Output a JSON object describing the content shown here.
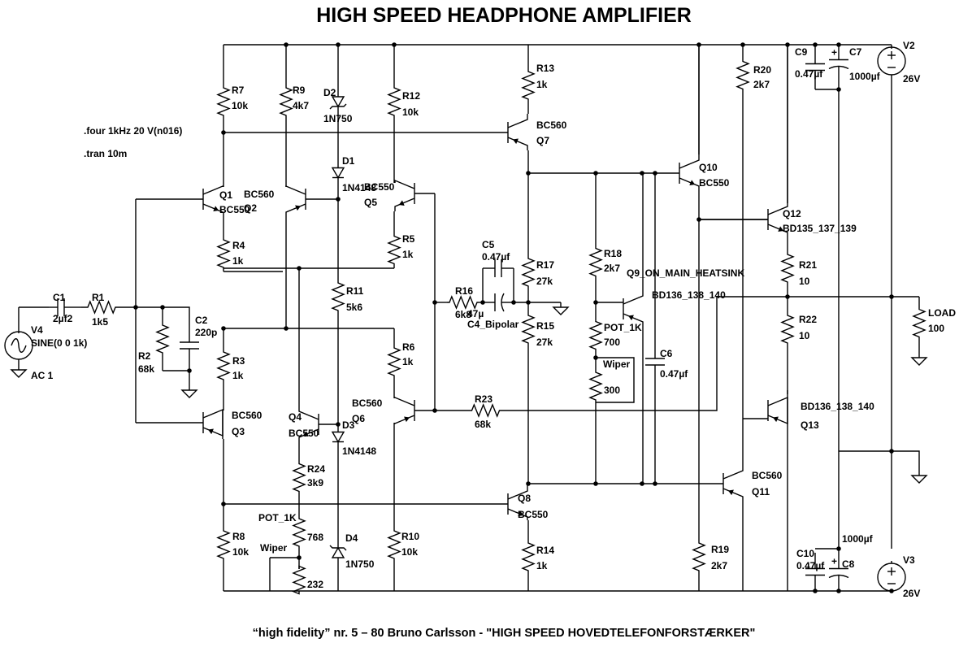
{
  "title": "HIGH SPEED HEADPHONE AMPLIFIER",
  "footer": "“high fidelity” nr. 5 – 80 Bruno Carlsson - \"HIGH SPEED HOVEDTELEFONFORSTÆRKER\"",
  "directives": {
    "four": ".four 1kHz 20  V(n016)",
    "tran": ".tran 10m"
  },
  "resistors": [
    {
      "id": "r1",
      "name": "R1",
      "value": "1k5"
    },
    {
      "id": "r2",
      "name": "R2",
      "value": "68k"
    },
    {
      "id": "r3",
      "name": "R3",
      "value": "1k"
    },
    {
      "id": "r4",
      "name": "R4",
      "value": "1k"
    },
    {
      "id": "r5",
      "name": "R5",
      "value": "1k"
    },
    {
      "id": "r6",
      "name": "R6",
      "value": "1k"
    },
    {
      "id": "r7",
      "name": "R7",
      "value": "10k"
    },
    {
      "id": "r8",
      "name": "R8",
      "value": "10k"
    },
    {
      "id": "r9",
      "name": "R9",
      "value": "4k7"
    },
    {
      "id": "r10",
      "name": "R10",
      "value": "10k"
    },
    {
      "id": "r11",
      "name": "R11",
      "value": "5k6"
    },
    {
      "id": "r12",
      "name": "R12",
      "value": "10k"
    },
    {
      "id": "r13",
      "name": "R13",
      "value": "1k"
    },
    {
      "id": "r14",
      "name": "R14",
      "value": "1k"
    },
    {
      "id": "r15",
      "name": "R15",
      "value": "27k"
    },
    {
      "id": "r16",
      "name": "R16",
      "value": "6k8"
    },
    {
      "id": "r17",
      "name": "R17",
      "value": "27k"
    },
    {
      "id": "r18",
      "name": "R18",
      "value": "2k7"
    },
    {
      "id": "r19",
      "name": "R19",
      "value": "2k7"
    },
    {
      "id": "r20",
      "name": "R20",
      "value": "2k7"
    },
    {
      "id": "r21",
      "name": "R21",
      "value": "10"
    },
    {
      "id": "r22",
      "name": "R22",
      "value": "10"
    },
    {
      "id": "r23",
      "name": "R23",
      "value": "68k"
    },
    {
      "id": "r24",
      "name": "R24",
      "value": "3k9"
    },
    {
      "id": "load",
      "name": "LOAD",
      "value": "100"
    }
  ],
  "pots": [
    {
      "id": "pot1",
      "name": "POT_1K",
      "upper": "768",
      "lower": "232",
      "wiper": "Wiper"
    },
    {
      "id": "pot2",
      "name": "POT_1K",
      "upper": "700",
      "lower": "300",
      "wiper": "Wiper"
    }
  ],
  "capacitors": [
    {
      "id": "c1",
      "name": "C1",
      "value": "2µf2"
    },
    {
      "id": "c2",
      "name": "C2",
      "value": "220p"
    },
    {
      "id": "c4",
      "name": "C4_Bipolar",
      "value": "47µ"
    },
    {
      "id": "c5",
      "name": "C5",
      "value": "0.47µf"
    },
    {
      "id": "c6",
      "name": "C6",
      "value": "0.47µf"
    },
    {
      "id": "c7",
      "name": "C7",
      "value": "1000µf"
    },
    {
      "id": "c8",
      "name": "C8",
      "value": "1000µf"
    },
    {
      "id": "c9",
      "name": "C9",
      "value": "0.47µf"
    },
    {
      "id": "c10",
      "name": "C10",
      "value": "0.47µf"
    }
  ],
  "transistors": [
    {
      "id": "q1",
      "name": "Q1",
      "model": "BC550"
    },
    {
      "id": "q2",
      "name": "Q2",
      "model": "BC560"
    },
    {
      "id": "q3",
      "name": "Q3",
      "model": "BC560"
    },
    {
      "id": "q4",
      "name": "Q4",
      "model": "BC550"
    },
    {
      "id": "q5",
      "name": "Q5",
      "model": "BC550"
    },
    {
      "id": "q6",
      "name": "Q6",
      "model": "BC560"
    },
    {
      "id": "q7",
      "name": "Q7",
      "model": "BC560"
    },
    {
      "id": "q8",
      "name": "Q8",
      "model": "BC550"
    },
    {
      "id": "q9",
      "name": "Q9_ON_MAIN_HEATSINK",
      "model": "BD136_138_140"
    },
    {
      "id": "q10",
      "name": "Q10",
      "model": "BC550"
    },
    {
      "id": "q11",
      "name": "Q11",
      "model": "BC560"
    },
    {
      "id": "q12",
      "name": "Q12",
      "model": "BD135_137_139"
    },
    {
      "id": "q13",
      "name": "Q13",
      "model": "BD136_138_140"
    }
  ],
  "diodes": [
    {
      "id": "d1",
      "name": "D1",
      "model": "1N4148"
    },
    {
      "id": "d2",
      "name": "D2",
      "model": "1N750"
    },
    {
      "id": "d3",
      "name": "D3",
      "model": "1N4148"
    },
    {
      "id": "d4",
      "name": "D4",
      "model": "1N750"
    }
  ],
  "sources": [
    {
      "id": "v2",
      "name": "V2",
      "value": "26V"
    },
    {
      "id": "v3",
      "name": "V3",
      "value": "26V"
    },
    {
      "id": "v4",
      "name": "V4",
      "value": "SINE(0 0 1k)",
      "ac": "AC 1"
    }
  ]
}
